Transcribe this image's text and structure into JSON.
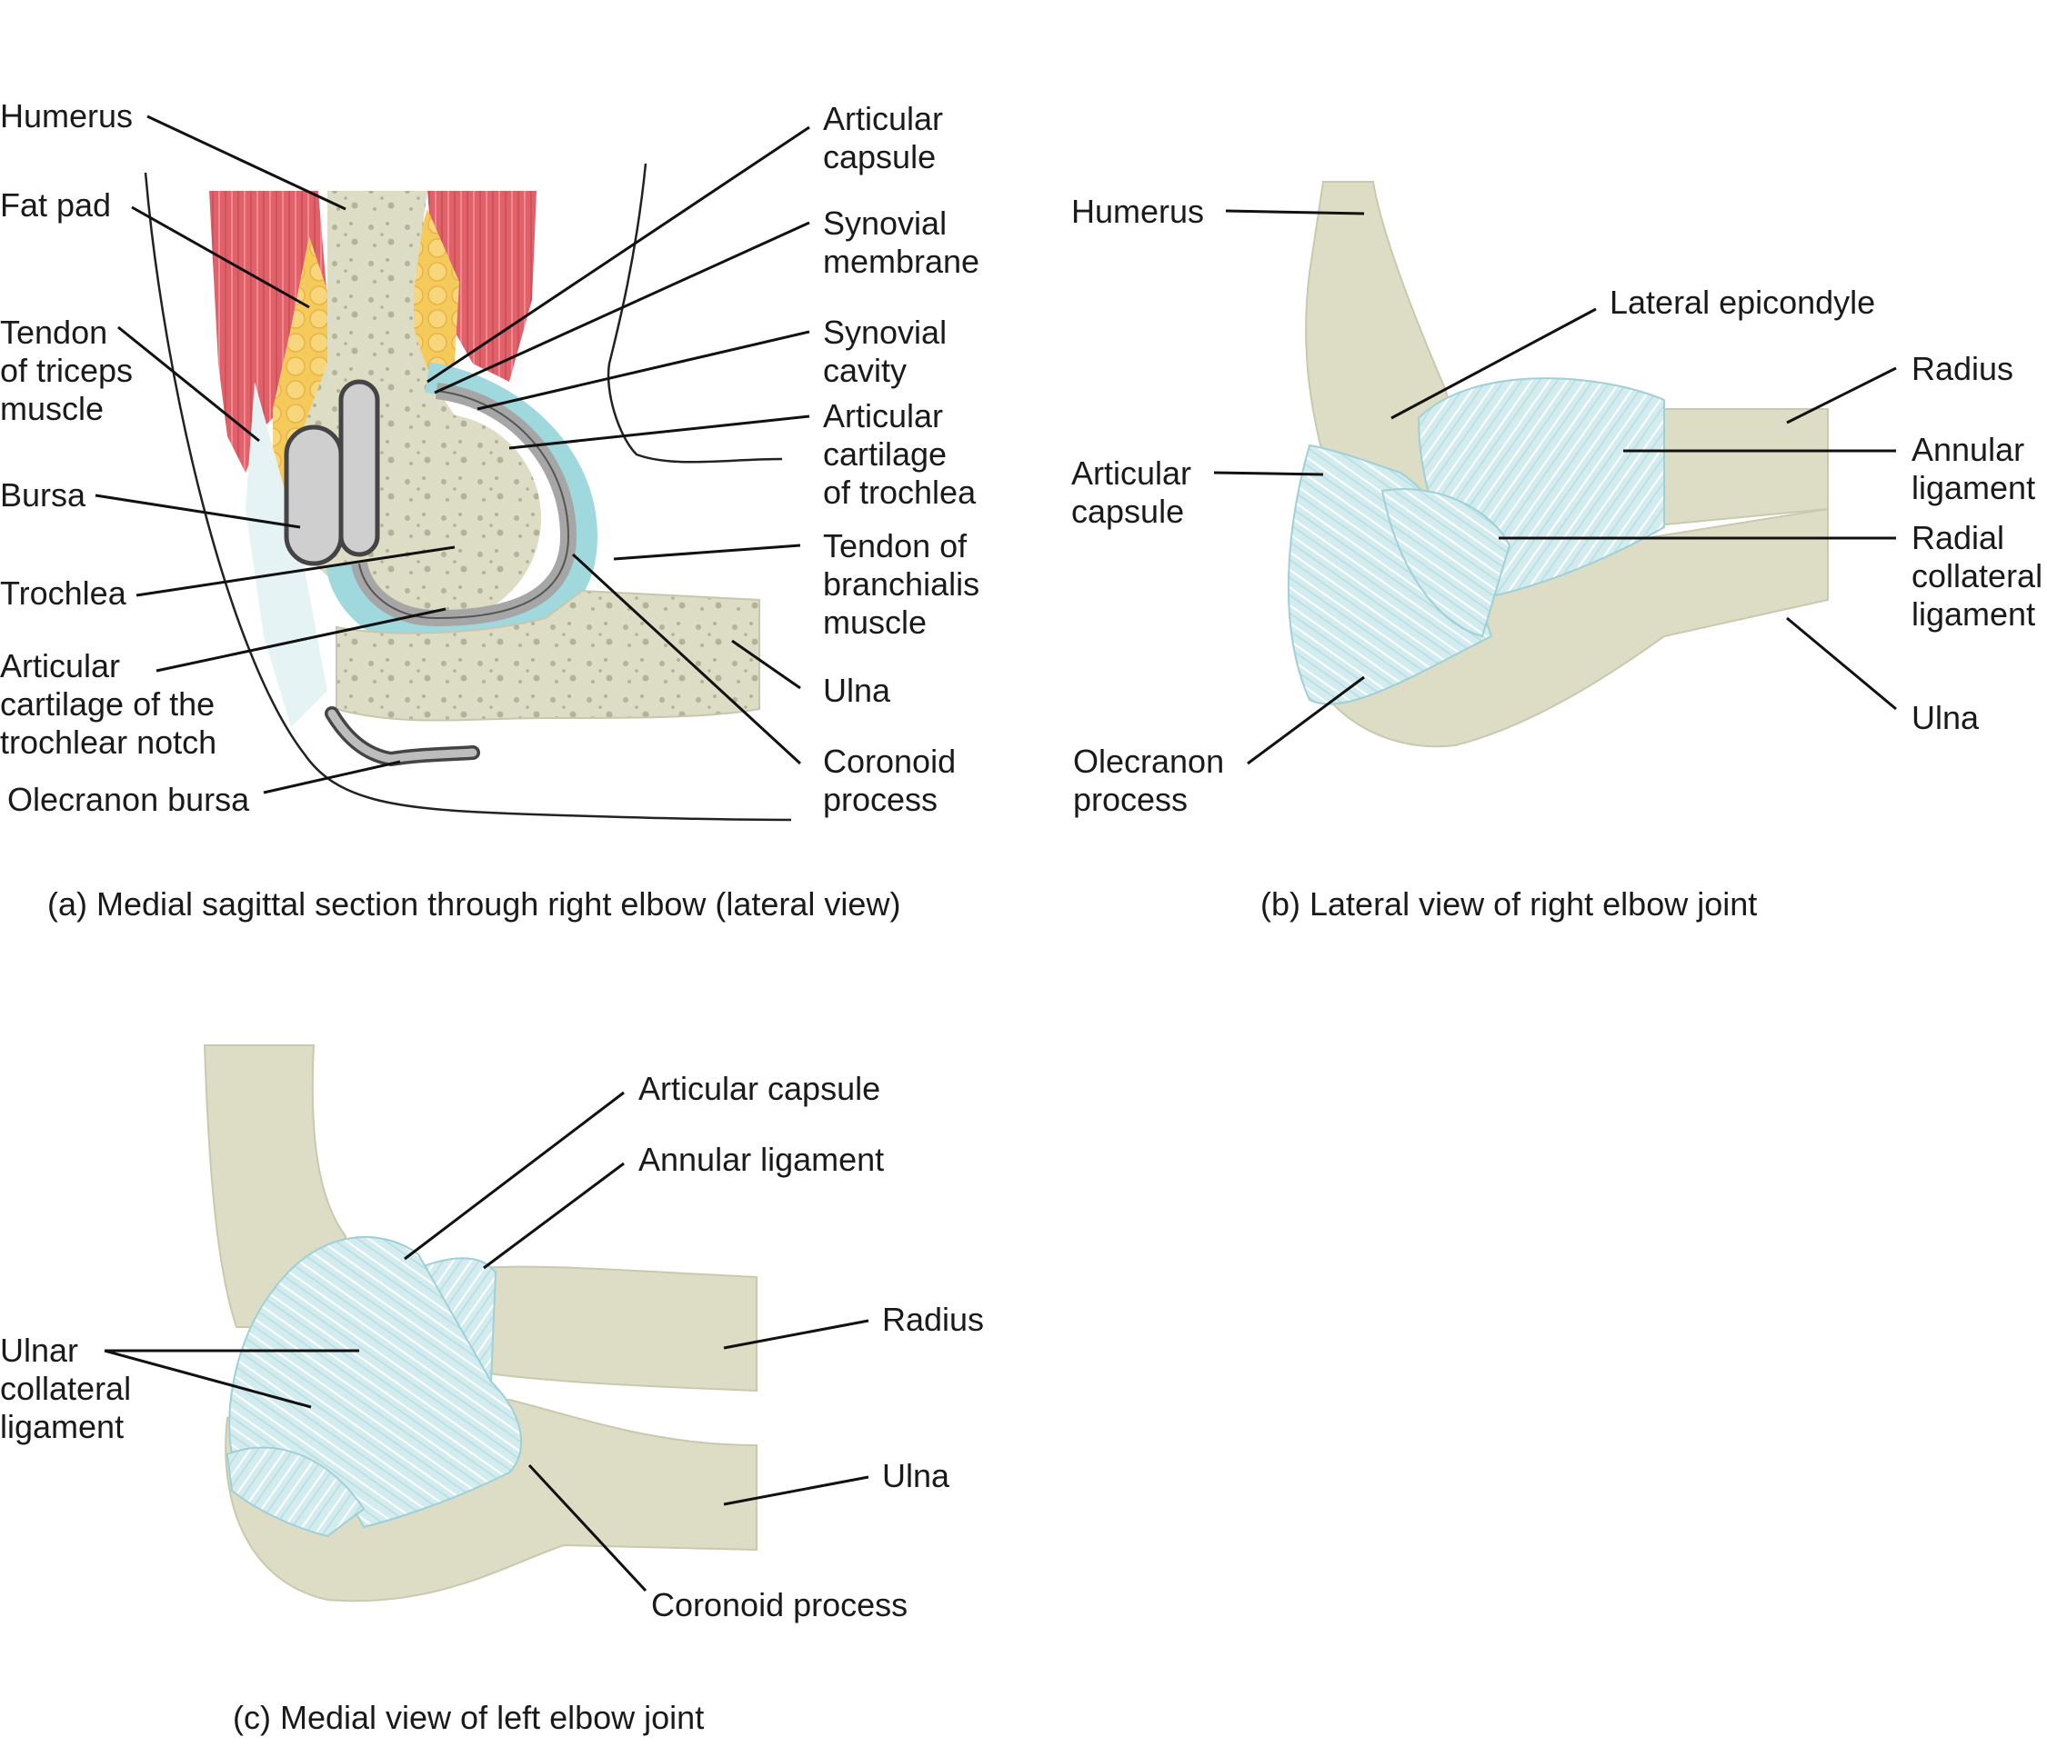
{
  "colors": {
    "bone": "#ddddc6",
    "bone_dark": "#c9c9ae",
    "ligament": "#cfe9ec",
    "ligament_stroke": "#9fd0d6",
    "cartilage": "#a8a8a8",
    "synovial": "#9fd9dd",
    "muscle": "#e0616a",
    "fat": "#f5c95a",
    "bursa": "#b8b8b8"
  },
  "panel_a": {
    "caption": "(a) Medial sagittal section through right elbow (lateral view)",
    "labels": {
      "humerus": "Humerus",
      "fat_pad": "Fat pad",
      "tendon_triceps": [
        "Tendon",
        "of triceps",
        "muscle"
      ],
      "bursa": "Bursa",
      "trochlea": "Trochlea",
      "artic_cart_notch": [
        "Articular",
        "cartilage of the",
        "trochlear notch"
      ],
      "olecranon_bursa": "Olecranon bursa",
      "articular_capsule": [
        "Articular",
        "capsule"
      ],
      "synovial_membrane": [
        "Synovial",
        "membrane"
      ],
      "synovial_cavity": [
        "Synovial",
        "cavity"
      ],
      "artic_cart_trochlea": [
        "Articular",
        "cartilage",
        "of trochlea"
      ],
      "tendon_brachialis": [
        "Tendon of",
        "branchialis",
        "muscle"
      ],
      "ulna": "Ulna",
      "coronoid": [
        "Coronoid",
        "process"
      ]
    }
  },
  "panel_b": {
    "caption": "(b) Lateral view of right elbow joint",
    "labels": {
      "humerus": "Humerus",
      "lateral_epicondyle": "Lateral epicondyle",
      "radius": "Radius",
      "annular_ligament": [
        "Annular",
        "ligament"
      ],
      "articular_capsule": [
        "Articular",
        "capsule"
      ],
      "radial_collateral": [
        "Radial",
        "collateral",
        "ligament"
      ],
      "ulna": "Ulna",
      "olecranon": [
        "Olecranon",
        "process"
      ]
    }
  },
  "panel_c": {
    "caption": "(c) Medial view of left elbow joint",
    "labels": {
      "articular_capsule": "Articular capsule",
      "annular_ligament": "Annular ligament",
      "ulnar_collateral": [
        "Ulnar",
        "collateral",
        "ligament"
      ],
      "radius": "Radius",
      "ulna": "Ulna",
      "coronoid": "Coronoid process"
    }
  }
}
